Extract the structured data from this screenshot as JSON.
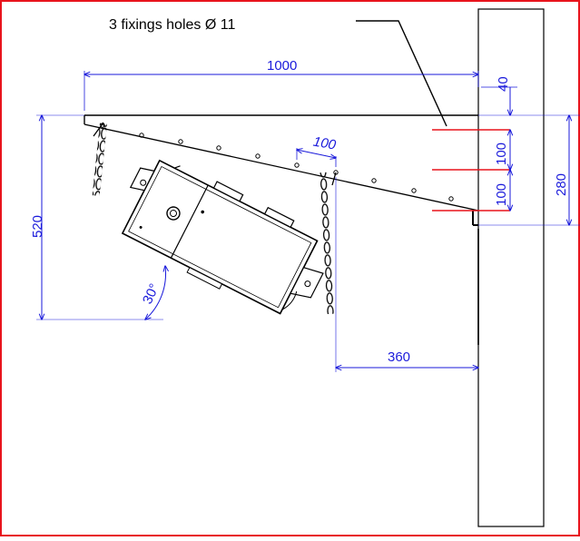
{
  "title": "3 fixings holes Ø 11",
  "dimensions": {
    "width_top": "1000",
    "top_offset": "40",
    "hole_spacing_1": "100",
    "hole_spacing_2": "100",
    "bracket_height": "280",
    "pitch": "100",
    "overall_height": "520",
    "tilt_angle": "30°",
    "chain_offset": "360"
  },
  "colors": {
    "border": "#e8141c",
    "dimension": "#1a1adb",
    "holes": "#e8141c",
    "line": "#000000"
  }
}
